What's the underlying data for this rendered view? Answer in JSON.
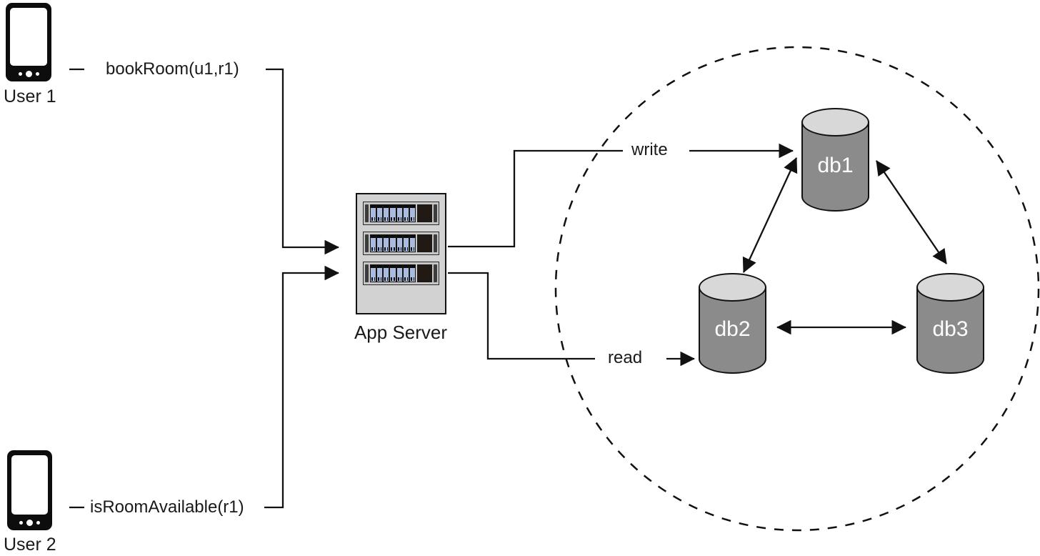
{
  "diagram": {
    "users": [
      {
        "name": "User 1",
        "request": "bookRoom(u1,r1)"
      },
      {
        "name": "User 2",
        "request": "isRoomAvailable(r1)"
      }
    ],
    "app_server": {
      "label": "App Server",
      "rack_units": 3,
      "modules_per_unit": 7
    },
    "database_cluster": {
      "databases": [
        "db1",
        "db2",
        "db3"
      ],
      "operations": [
        {
          "label": "write",
          "target": "db1"
        },
        {
          "label": "read",
          "target": "db2"
        }
      ],
      "replication_links": [
        [
          "db1",
          "db2"
        ],
        [
          "db1",
          "db3"
        ],
        [
          "db2",
          "db3"
        ]
      ],
      "boundary": "dashed-circle"
    },
    "colors": {
      "line": "#111111",
      "text": "#1a1a1a",
      "cylinder_body": "#8b8b8b",
      "cylinder_top": "#d8d8d8",
      "server_box": "#d2d2d2",
      "server_module": "#a9bbdf",
      "db_label_text": "#ffffff"
    }
  }
}
